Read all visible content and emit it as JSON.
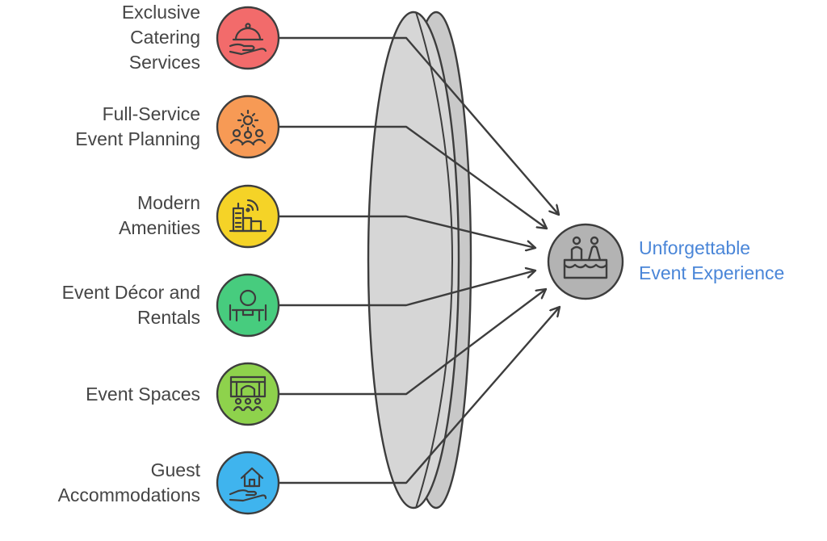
{
  "inputs": [
    {
      "lines": [
        "Exclusive",
        "Catering",
        "Services"
      ],
      "color": "#f26b6b",
      "icon": "cloche-icon"
    },
    {
      "lines": [
        "Full-Service",
        "Event Planning"
      ],
      "color": "#f79a55",
      "icon": "planning-team-icon"
    },
    {
      "lines": [
        "Modern",
        "Amenities"
      ],
      "color": "#f5d327",
      "icon": "building-wifi-icon"
    },
    {
      "lines": [
        "Event Décor and",
        "Rentals"
      ],
      "color": "#47cc7e",
      "icon": "table-decor-icon"
    },
    {
      "lines": [
        "Event Spaces"
      ],
      "color": "#8ed24c",
      "icon": "venue-stage-icon"
    },
    {
      "lines": [
        "Guest",
        "Accommodations"
      ],
      "color": "#3fb4ee",
      "icon": "house-hand-icon"
    }
  ],
  "outcome": {
    "lines": [
      "Unforgettable",
      "Event Experience"
    ],
    "color": "#b3b3b3",
    "text_color": "#4a86d8",
    "icon": "wedding-cake-icon"
  },
  "lens_color": "#d6d6d6",
  "stroke_color": "#3d3d3d"
}
